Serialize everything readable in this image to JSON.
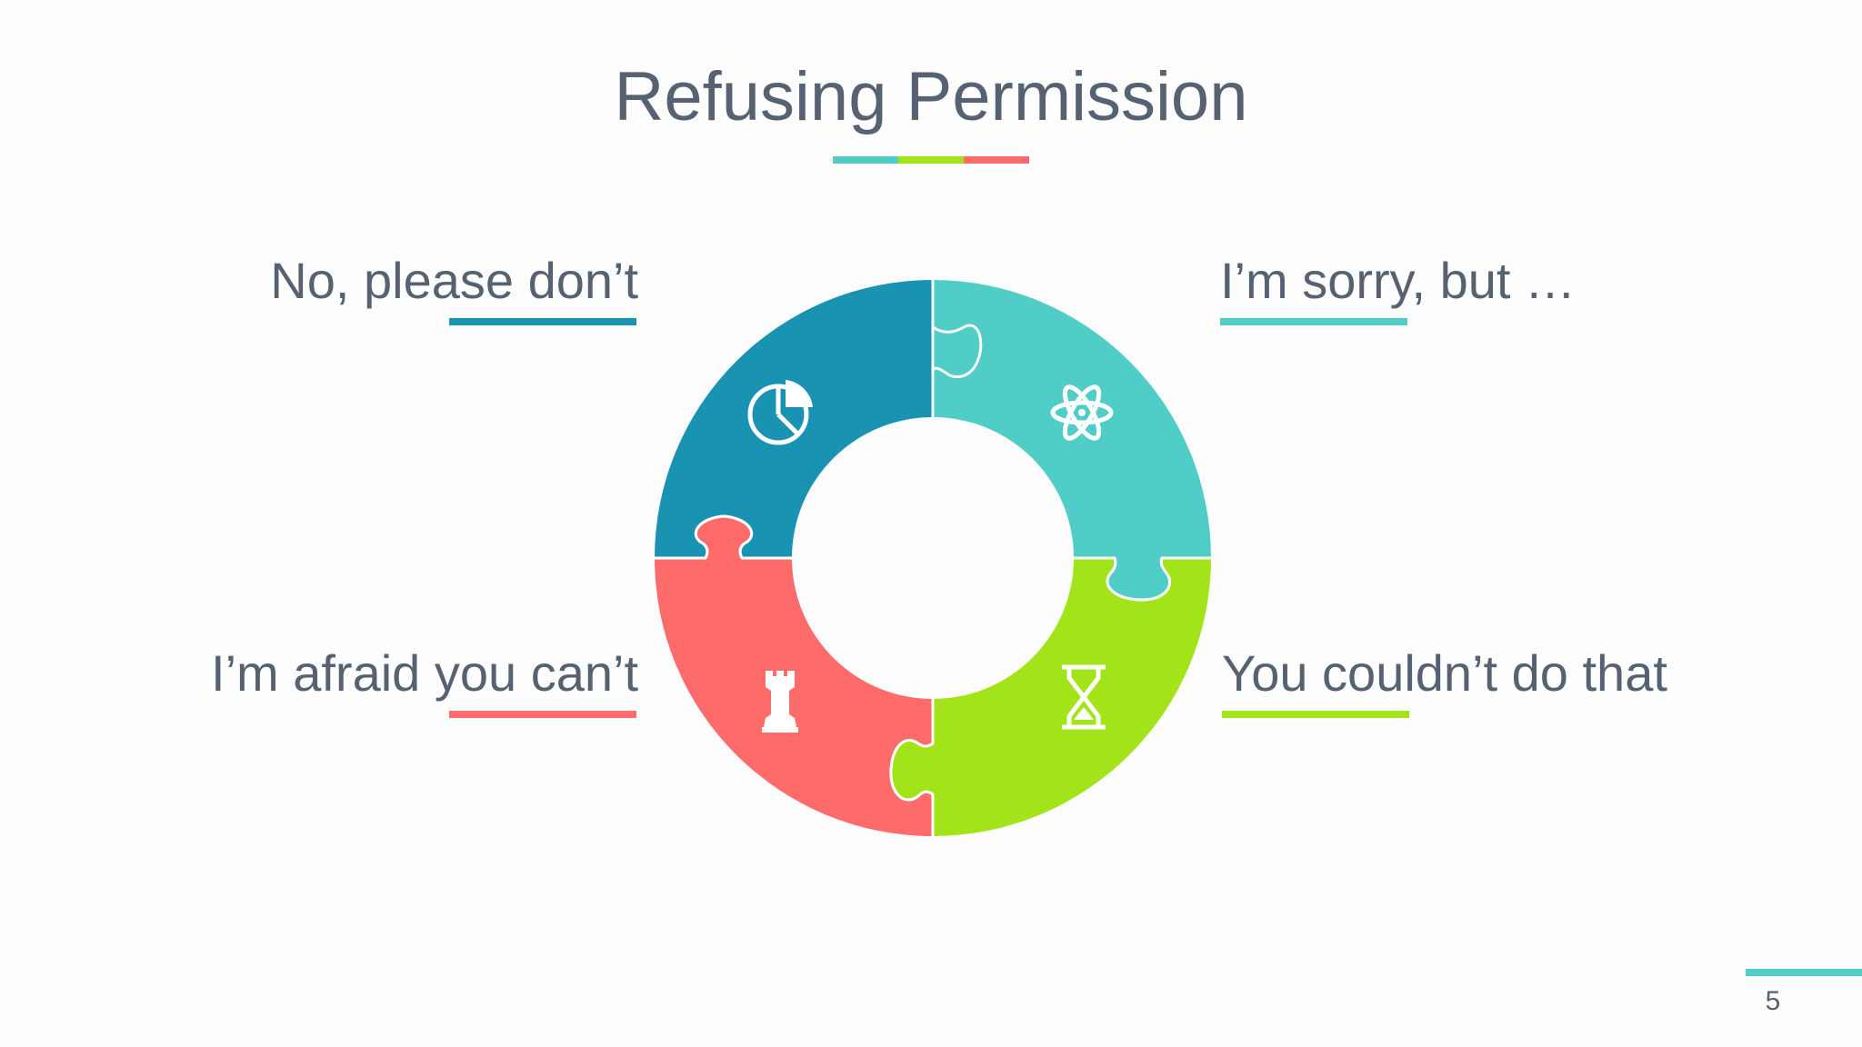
{
  "title": "Refusing Permission",
  "colors": {
    "teal_dark": "#1a93b3",
    "teal_light": "#50cdc6",
    "green": "#a2e31a",
    "coral": "#fd6b6b",
    "text": "#566272"
  },
  "quadrants": [
    {
      "label": "No, please don’t",
      "color": "#1a93b3",
      "icon": "pie-chart-icon"
    },
    {
      "label": "I’m sorry, but …",
      "color": "#50cdc6",
      "icon": "atom-icon"
    },
    {
      "label": "You couldn’t do that",
      "color": "#a2e31a",
      "icon": "hourglass-icon"
    },
    {
      "label": "I’m afraid you can’t",
      "color": "#fd6b6b",
      "icon": "chess-rook-icon"
    }
  ],
  "page_number": "5"
}
